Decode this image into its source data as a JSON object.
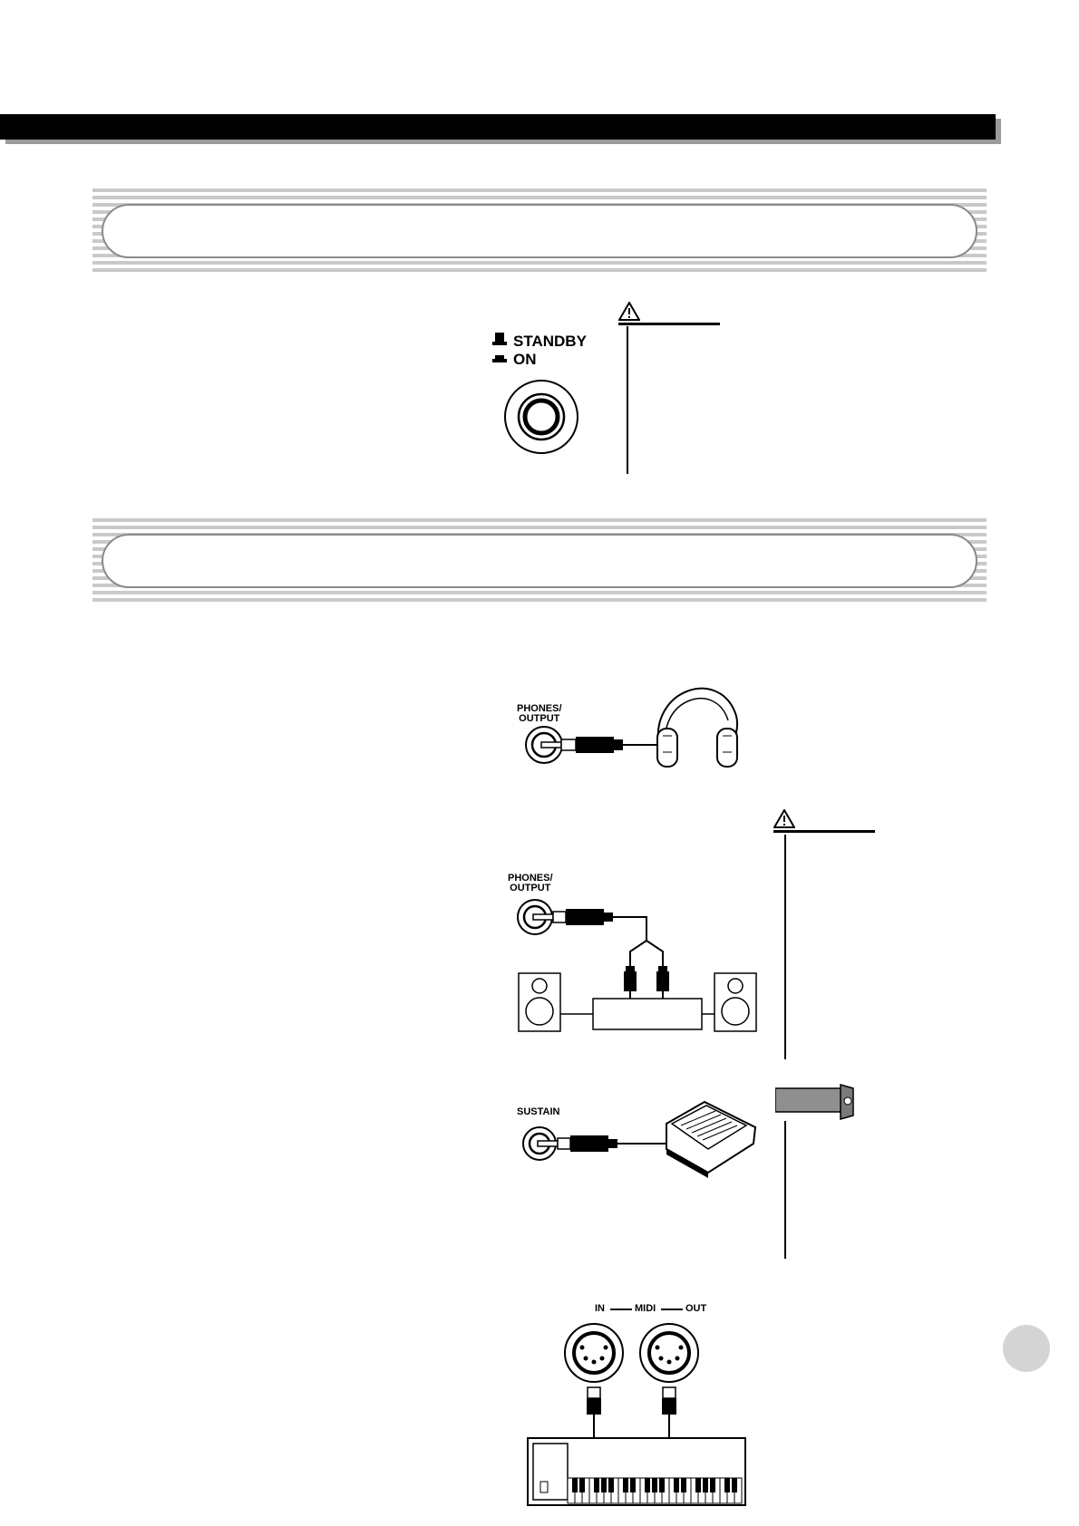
{
  "power": {
    "standby_label": "STANDBY",
    "on_label": "ON"
  },
  "jacks": {
    "phones_output_label": "PHONES/\nOUTPUT",
    "phones_output_label_2": "PHONES/\nOUTPUT",
    "sustain_label": "SUSTAIN",
    "midi_in_label": "IN",
    "midi_center_label": "MIDI",
    "midi_out_label": "OUT"
  },
  "icons": [
    "warning-triangle-icon",
    "power-switch-icon",
    "headphones-icon",
    "speaker-icon",
    "amplifier-icon",
    "footswitch-icon",
    "midi-port-icon",
    "keyboard-icon",
    "note-tab-icon"
  ],
  "colors": {
    "bar": "#000000",
    "stripe": "#c9c9c9",
    "page_dot": "#d4d4d4"
  }
}
